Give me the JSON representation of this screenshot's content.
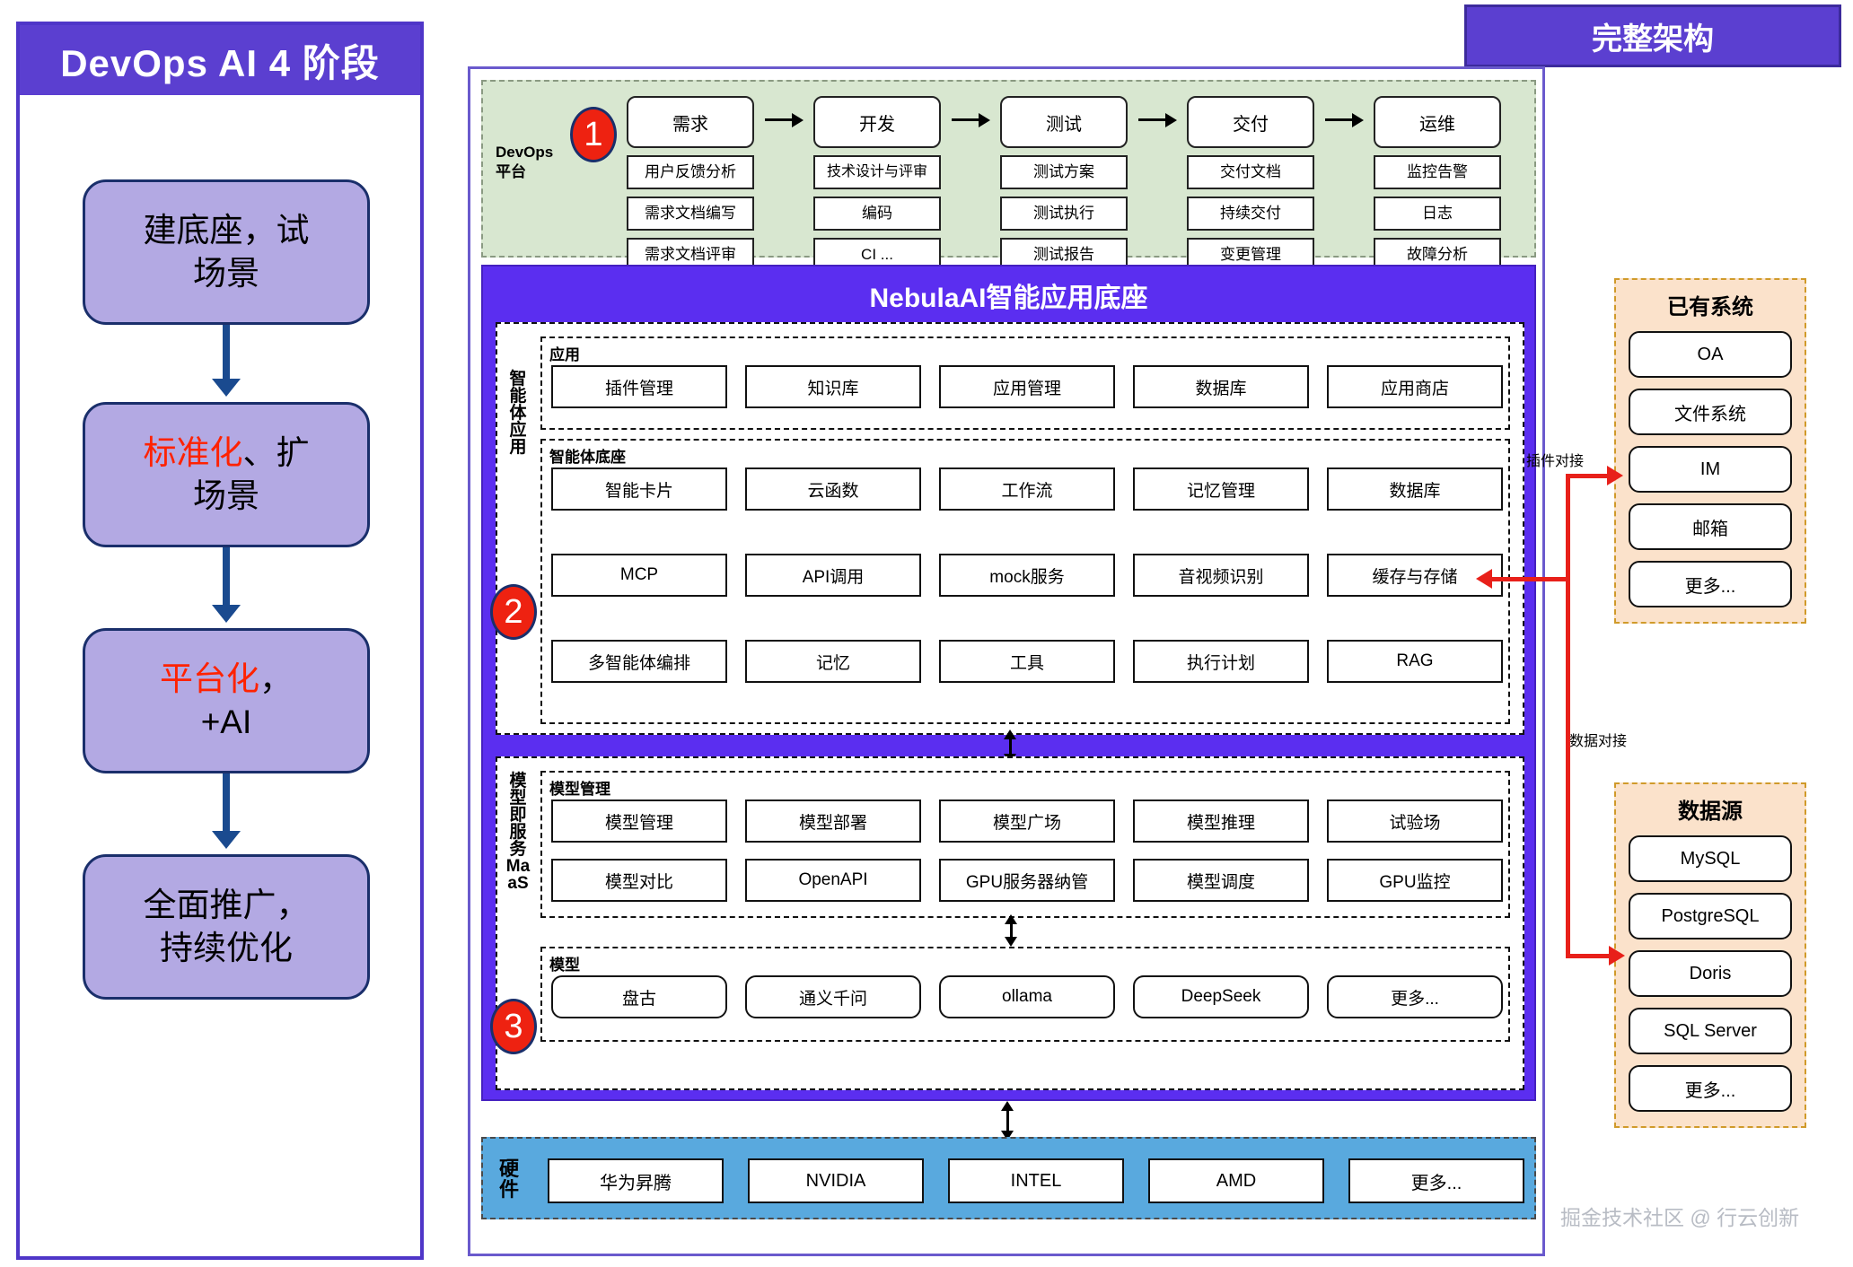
{
  "left_panel": {
    "title": "DevOps AI 4 阶段",
    "stages": [
      {
        "line1": "建底座，试",
        "line2": "场景",
        "highlight": ""
      },
      {
        "line1": "标准化、扩",
        "line2": "场景",
        "highlight": "标准化"
      },
      {
        "line1": "平台化，",
        "line2": "+AI",
        "highlight": "平台化"
      },
      {
        "line1": "全面推广，",
        "line2": "持续优化",
        "highlight": ""
      }
    ]
  },
  "right_title": "完整架构",
  "devops": {
    "label_line1": "DevOps",
    "label_line2": "平台",
    "badge": "1",
    "columns": [
      {
        "head": "需求",
        "items": [
          "用户反馈分析",
          "需求文档编写",
          "需求文档评审"
        ]
      },
      {
        "head": "开发",
        "items": [
          "技术设计与评审",
          "编码",
          "CI ..."
        ]
      },
      {
        "head": "测试",
        "items": [
          "测试方案",
          "测试执行",
          "测试报告"
        ]
      },
      {
        "head": "交付",
        "items": [
          "交付文档",
          "持续交付",
          "变更管理"
        ]
      },
      {
        "head": "运维",
        "items": [
          "监控告警",
          "日志",
          "故障分析"
        ]
      }
    ]
  },
  "nebula": {
    "title": "NebulaAI智能应用底座",
    "agent_side_label": "智能体应用",
    "agent_badge": "2",
    "app_group": {
      "title": "应用",
      "rows": [
        [
          "插件管理",
          "知识库",
          "应用管理",
          "数据库",
          "应用商店"
        ]
      ]
    },
    "agent_group": {
      "title": "智能体底座",
      "rows": [
        [
          "智能卡片",
          "云函数",
          "工作流",
          "记忆管理",
          "数据库"
        ],
        [
          "MCP",
          "API调用",
          "mock服务",
          "音视频识别",
          "缓存与存储"
        ],
        [
          "多智能体编排",
          "记忆",
          "工具",
          "执行计划",
          "RAG"
        ]
      ]
    },
    "maas_side_label": "模型即服务MaaS",
    "maas_badge": "3",
    "model_mgmt_group": {
      "title": "模型管理",
      "rows": [
        [
          "模型管理",
          "模型部署",
          "模型广场",
          "模型推理",
          "试验场"
        ],
        [
          "模型对比",
          "OpenAPI",
          "GPU服务器纳管",
          "模型调度",
          "GPU监控"
        ]
      ]
    },
    "model_group": {
      "title": "模型",
      "rows": [
        [
          "盘古",
          "通义千问",
          "ollama",
          "DeepSeek",
          "更多..."
        ]
      ]
    }
  },
  "hardware": {
    "label": "硬件",
    "items": [
      "华为昇腾",
      "NVIDIA",
      "INTEL",
      "AMD",
      "更多..."
    ]
  },
  "existing_systems": {
    "title": "已有系统",
    "items": [
      "OA",
      "文件系统",
      "IM",
      "邮箱",
      "更多..."
    ]
  },
  "data_sources": {
    "title": "数据源",
    "items": [
      "MySQL",
      "PostgreSQL",
      "Doris",
      "SQL Server",
      "更多..."
    ]
  },
  "connectors": {
    "plugin": "插件对接",
    "data": "数据对接"
  },
  "watermark": "掘金技术社区 @ 行云创新",
  "colors": {
    "purple": "#5b3fd0",
    "nebula_purple": "#5b2ef0",
    "devops_green": "#d8e7d0",
    "hardware_blue": "#59a9de",
    "panel_orange": "#fbe2cb",
    "accent_red": "#e8201a",
    "stage_fill": "#b3a9e3",
    "highlight_text": "#ff2200"
  }
}
